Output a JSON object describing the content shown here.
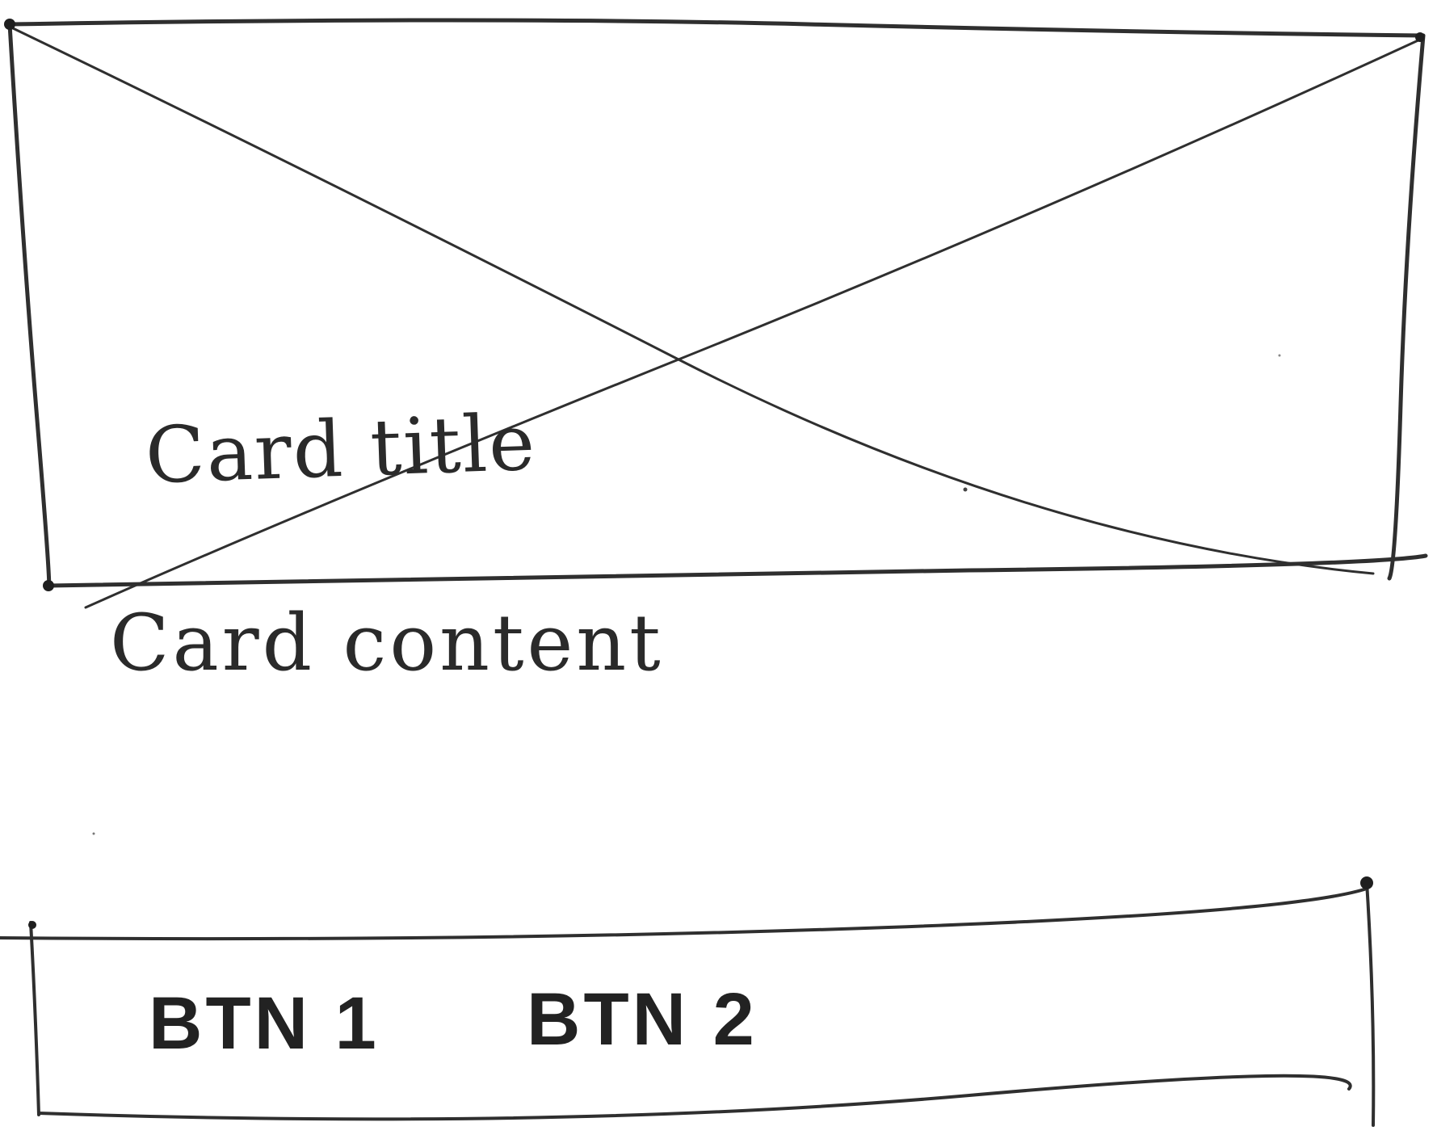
{
  "card": {
    "title": "Card title",
    "content": "Card content"
  },
  "actions": {
    "button_1_label": "BTN 1",
    "button_2_label": "BTN 2"
  },
  "colors": {
    "ink": "#2f2f2f",
    "paper": "#ffffff"
  },
  "icons": {
    "media_placeholder": "image-placeholder-icon"
  }
}
